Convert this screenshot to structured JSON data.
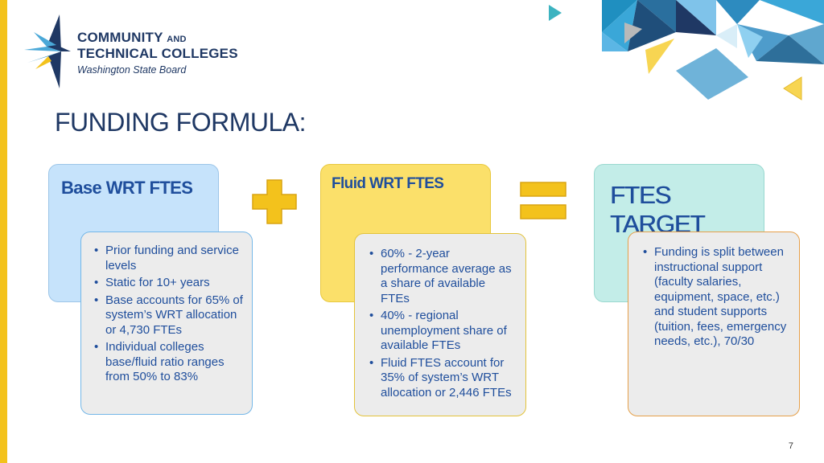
{
  "logo": {
    "line1": "COMMUNITY",
    "line1_small": "AND",
    "line2": "TECHNICAL COLLEGES",
    "line3": "Washington State Board"
  },
  "title": "FUNDING FORMULA:",
  "cards": {
    "base": {
      "title": "Base WRT FTES",
      "bullets": [
        "Prior funding and service levels",
        "Static for 10+ years",
        "Base accounts for 65% of system’s WRT allocation or 4,730 FTEs",
        "Individual colleges base/fluid ratio ranges from 50% to 83%"
      ]
    },
    "fluid": {
      "title": "Fluid WRT FTES",
      "bullets": [
        "60% - 2-year performance average as a share of available FTEs",
        "40% - regional unemployment share of available FTEs",
        "Fluid FTES account for 35% of system’s WRT allocation or 2,446 FTEs"
      ]
    },
    "target": {
      "title_line1": "FTES",
      "title_line2": "TARGET",
      "bullets": [
        "Funding is split between instructional support (faculty salaries, equipment, space, etc.) and student supports (tuition, fees, emergency needs, etc.), 70/30"
      ]
    }
  },
  "page_number": "7",
  "colors": {
    "accent_yellow": "#f3c21c",
    "navy": "#1f3864",
    "blue_text": "#1f4e9c",
    "base_card": "#c6e3fb",
    "fluid_card": "#fbe06a",
    "target_card": "#c3ede8"
  }
}
